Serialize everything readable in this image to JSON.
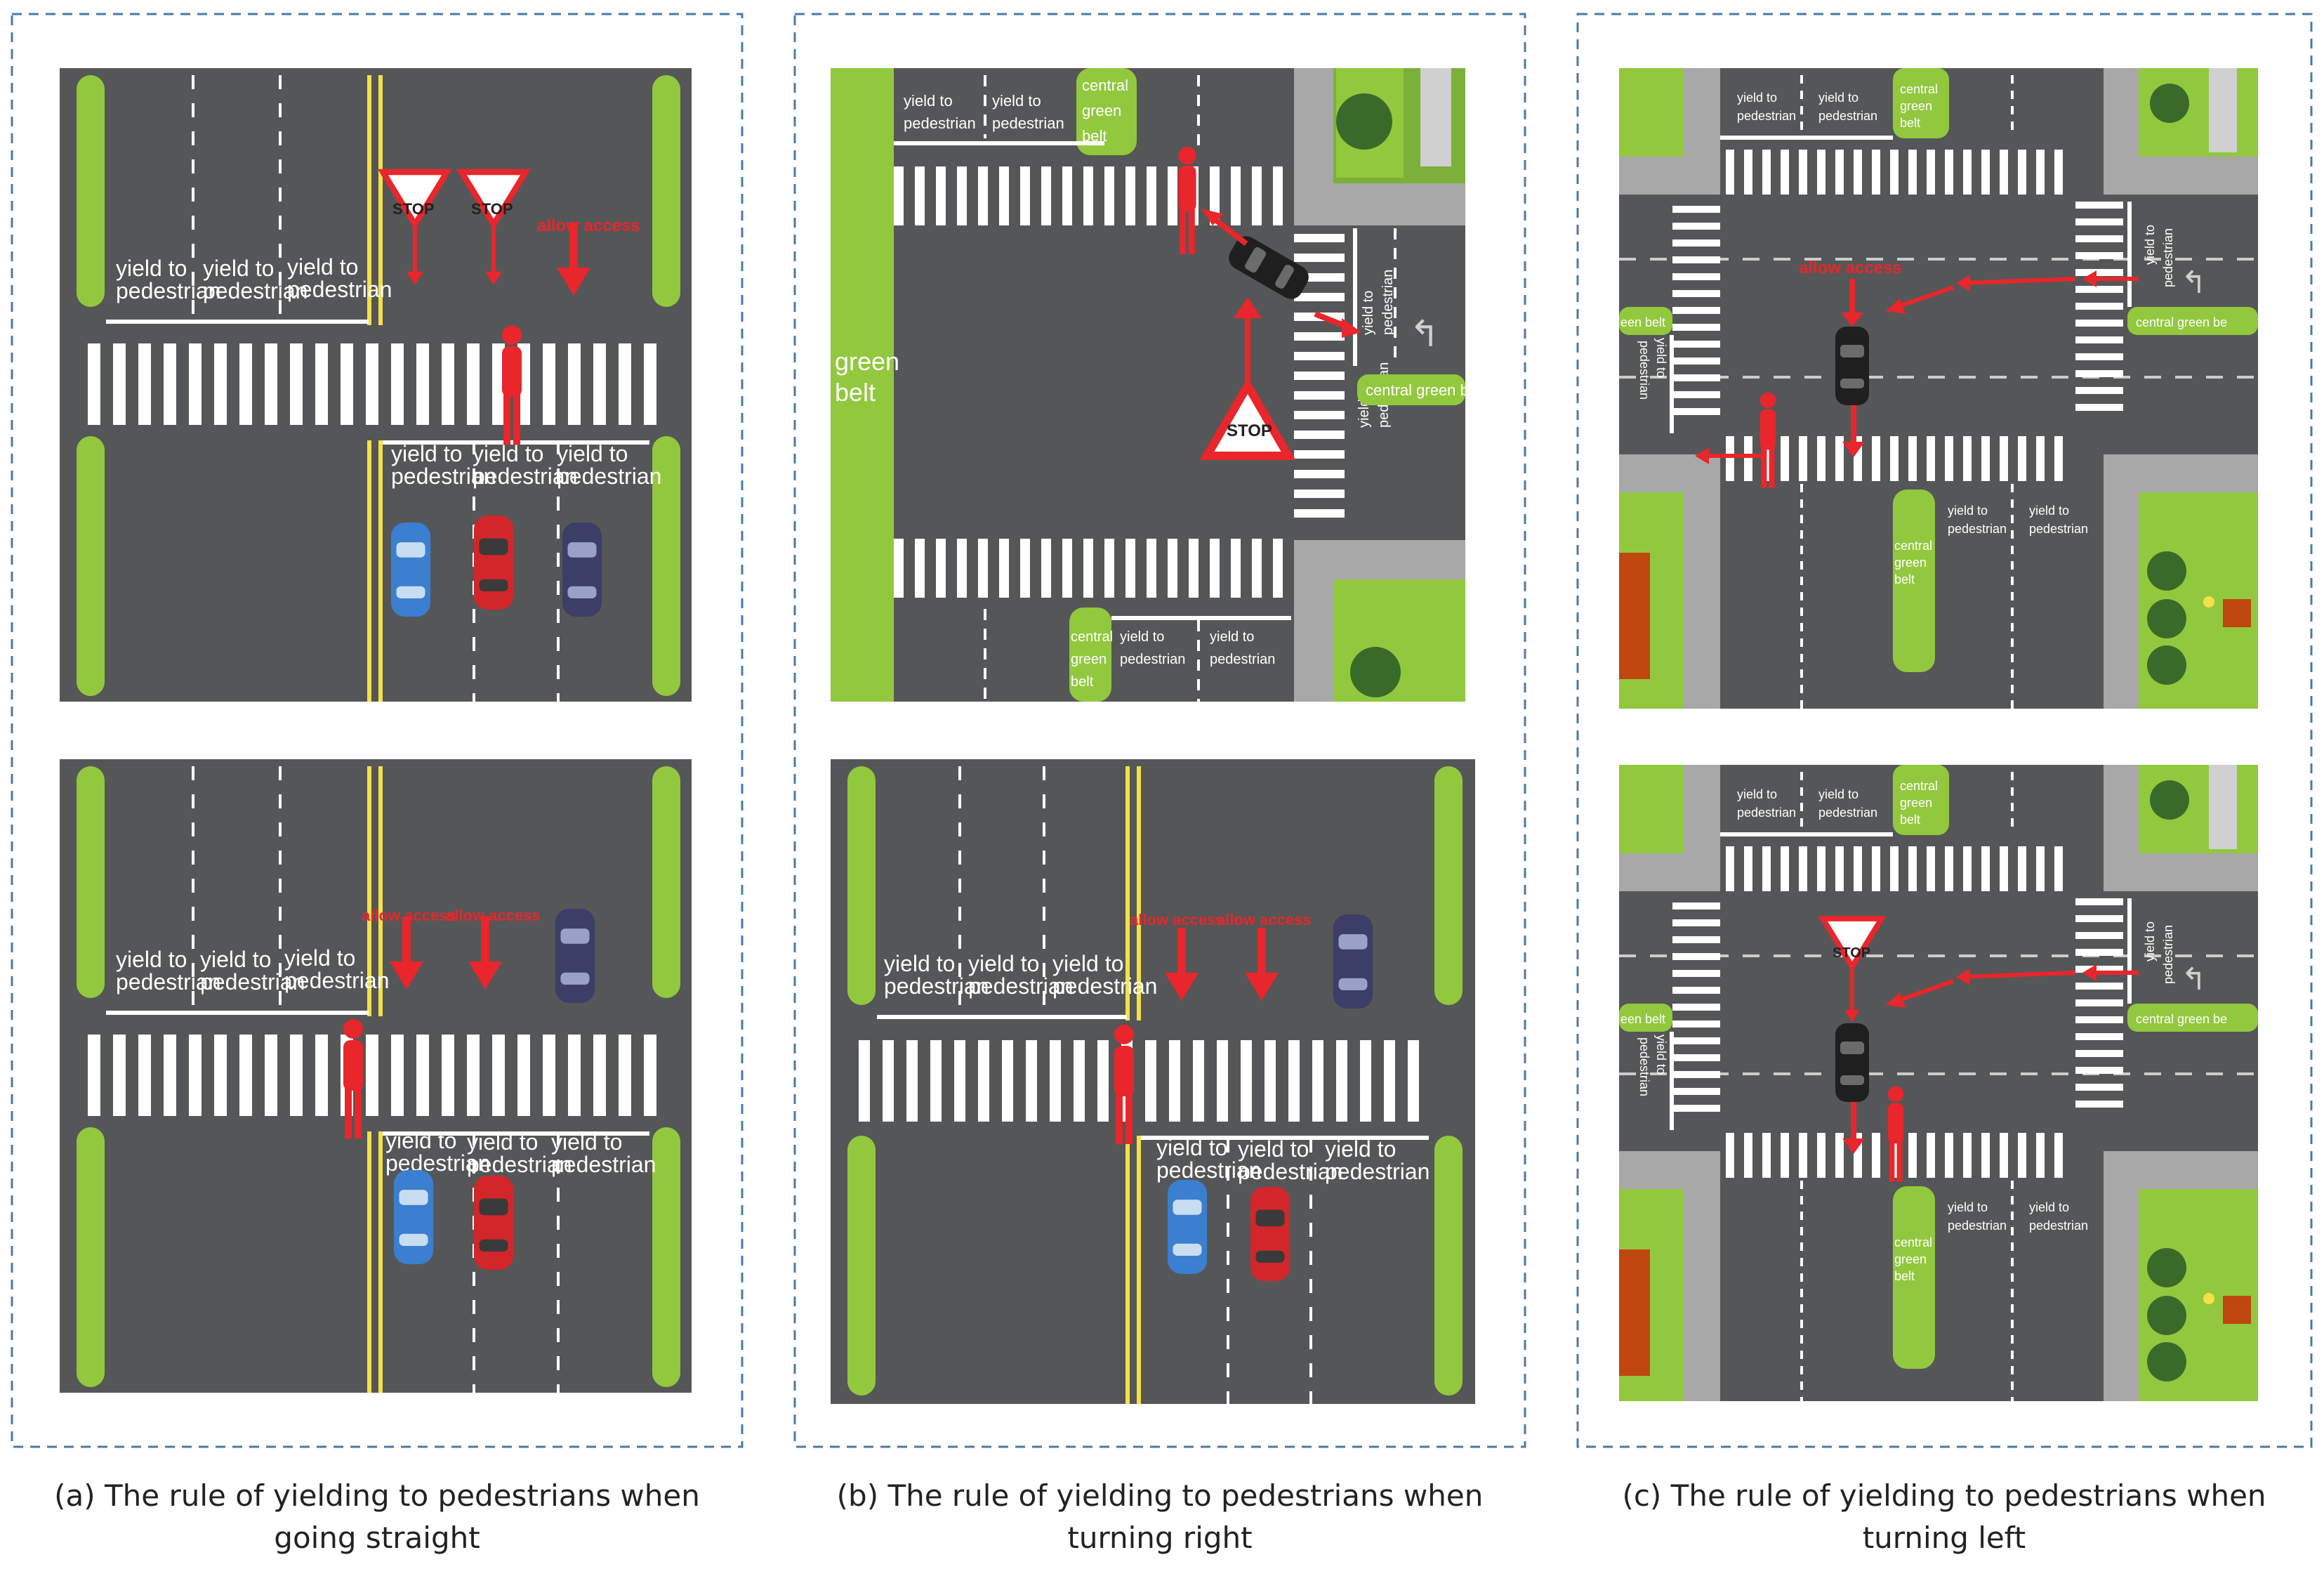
{
  "labels": {
    "yield": "yield to",
    "ped": "pedestrian",
    "allow_access": "allow access",
    "stop": "STOP",
    "green_belt_1": "green",
    "green_belt_2": "belt",
    "central_1": "central",
    "central_2": "green",
    "central_3": "belt",
    "central_green_belt": "central green belt",
    "central_green_be": "central green be",
    "een_belt": "een belt"
  },
  "colors": {
    "road": "#555657",
    "green_belt": "#92c83e",
    "yellow_line": "#f5e04a",
    "red": "#e8262b",
    "dashed_border": "#4a7aa6"
  },
  "captions": {
    "a_line1": "(a) The rule of yielding to pedestrians when",
    "a_line2": "going straight",
    "b_line1": "(b) The rule of yielding to pedestrians when",
    "b_line2": "turning right",
    "c_line1": "(c) The rule of yielding to pedestrians when",
    "c_line2": "turning left"
  }
}
